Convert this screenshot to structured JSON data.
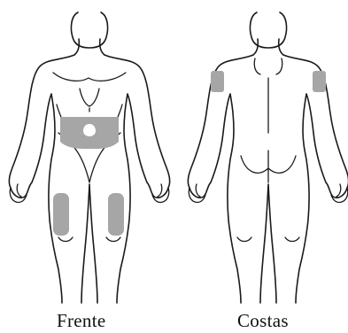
{
  "captions": {
    "front": "Frente",
    "back": "Costas"
  },
  "colors": {
    "outline": "#1a1a1a",
    "injection_area": "#a6a6a6",
    "background": "#ffffff"
  },
  "regions": {
    "front": [
      "abdomen",
      "left-thigh",
      "right-thigh"
    ],
    "back": [
      "left-upper-arm",
      "right-upper-arm"
    ]
  }
}
